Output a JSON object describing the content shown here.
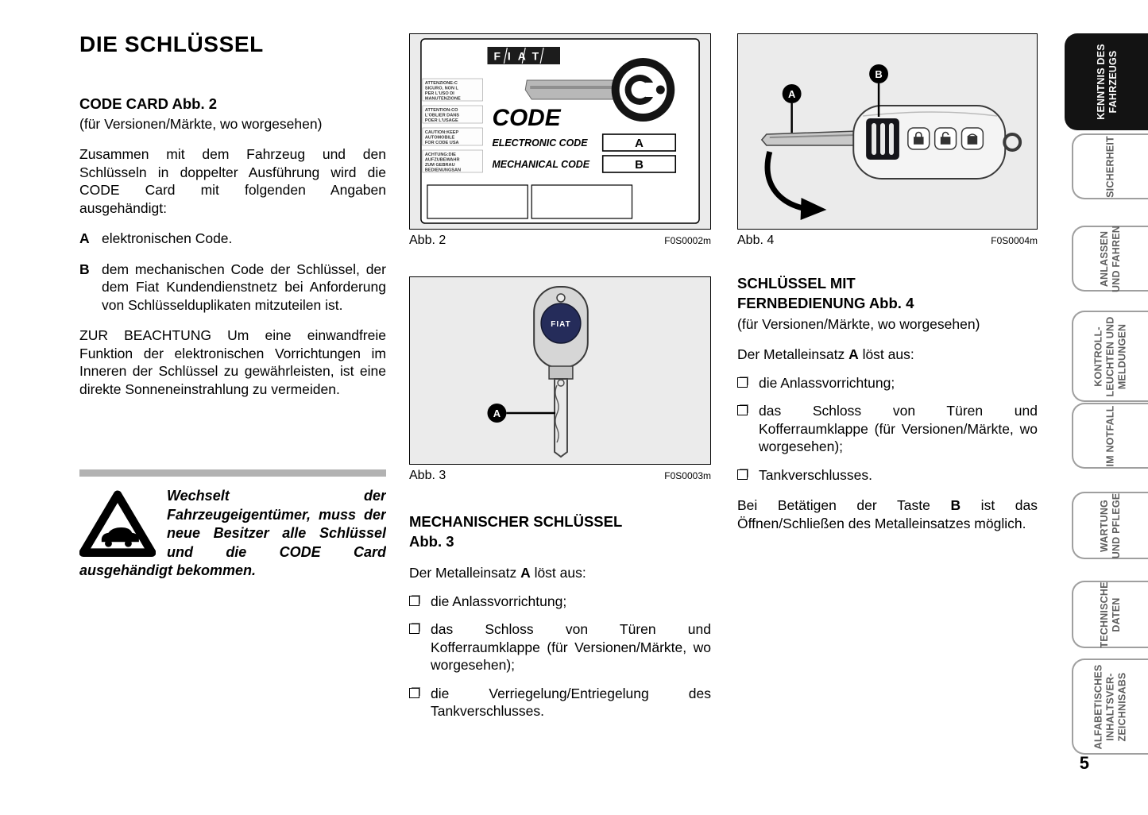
{
  "page": {
    "title": "DIE SCHLÜSSEL"
  },
  "left": {
    "section_heading": "CODE CARD Abb. 2",
    "section_sub": "(für Versionen/Märkte, wo worgesehen)",
    "para1": "Zusammen mit dem Fahrzeug und den Schlüsseln in doppelter Ausführung wird die CODE Card mit folgenden Angaben ausgehändigt:",
    "item_a": {
      "label": "A",
      "text": "elektronischen Code."
    },
    "item_b": {
      "label": "B",
      "text": "dem mechanischen Code der Schlüssel, der dem Fiat Kundendienstnetz bei Anforderung von Schlüsselduplikaten mitzuteilen ist."
    },
    "para2": "ZUR BEACHTUNG Um eine einwandfreie Funktion der elektronischen Vorrichtungen im Inneren der Schlüssel zu gewährleisten, ist eine direkte Sonneneinstrahlung zu vermeiden.",
    "warning": {
      "text": "Wechselt der Fahrzeugeigentümer, muss der neue Besitzer alle Schlüssel und die CODE Card ausgehändigt bekommen."
    }
  },
  "figures": {
    "code_card": {
      "brand": "FIAT",
      "title": "CODE",
      "electronic_label": "ELECTRONIC CODE",
      "electronic_value": "A",
      "mechanical_label": "MECHANICAL CODE",
      "mechanical_value": "B",
      "notices": [
        [
          "ATTENZIONE:C",
          "SICURO, NON L",
          "PER L'USO DI",
          "MANUTENZIONE"
        ],
        [
          "ATTENTION:CO",
          "L'OBLIER DANS",
          "POER L'USAGE"
        ],
        [
          "CAUTION:KEEP",
          "AUTOMOBILE",
          "FOR CODE USA"
        ],
        [
          "ACHTUNG:DIE",
          "AUFZUBEWAHR",
          "ZUM GEBRAU",
          "BEDIENUNGSAN"
        ]
      ],
      "caption": "Abb. 2",
      "code": "F0S0002m"
    },
    "mech_key": {
      "badge": "FIAT",
      "label_a": "A",
      "caption": "Abb. 3",
      "code": "F0S0003m"
    },
    "remote_key": {
      "label_a": "A",
      "label_b": "B",
      "caption": "Abb. 4",
      "code": "F0S0004m"
    }
  },
  "middle": {
    "heading_line1": "MECHANISCHER SCHLÜSSEL",
    "heading_line2": "Abb. 3",
    "intro": {
      "pre": "Der Metalleinsatz ",
      "bold": "A",
      "post": " löst aus:"
    },
    "bullets": [
      "die Anlassvorrichtung;",
      "das Schloss von Türen und Kofferraumklappe (für Versionen/Märkte, wo worgesehen);",
      "die Verriegelung/Entriegelung des Tankverschlusses."
    ]
  },
  "right": {
    "heading_line1": "SCHLÜSSEL MIT",
    "heading_line2": "FERNBEDIENUNG Abb. 4",
    "sub": "(für Versionen/Märkte, wo worgesehen)",
    "intro": {
      "pre": "Der Metalleinsatz ",
      "bold": "A",
      "post": " löst aus:"
    },
    "bullets": [
      "die Anlassvorrichtung;",
      "das Schloss von Türen und Kofferraumklappe  (für Versionen/Märkte, wo worgesehen);",
      "Tankverschlusses."
    ],
    "outro": {
      "pre": "Bei Betätigen der Taste ",
      "bold": "B",
      "post": " ist das Öffnen/Schließen des Metalleinsatzes möglich."
    }
  },
  "sidebar": {
    "page_number": "5",
    "tabs": [
      {
        "lines": [
          "KENNTNIS DES",
          "FAHRZEUGS"
        ]
      },
      {
        "lines": [
          "SICHERHEIT"
        ]
      },
      {
        "lines": [
          "ANLASSEN",
          "UND FAHREN"
        ]
      },
      {
        "lines": [
          "KONTROLL-",
          "LEUCHTEN UND",
          "MELDUNGEN"
        ]
      },
      {
        "lines": [
          "IM NOTFALL"
        ]
      },
      {
        "lines": [
          "WARTUNG",
          "UND PFLEGE"
        ]
      },
      {
        "lines": [
          "TECHNISCHE",
          "DATEN"
        ]
      },
      {
        "lines": [
          "ALFABETISCHES",
          "INHALTSVER-",
          "ZEICHNISABS"
        ]
      }
    ]
  }
}
